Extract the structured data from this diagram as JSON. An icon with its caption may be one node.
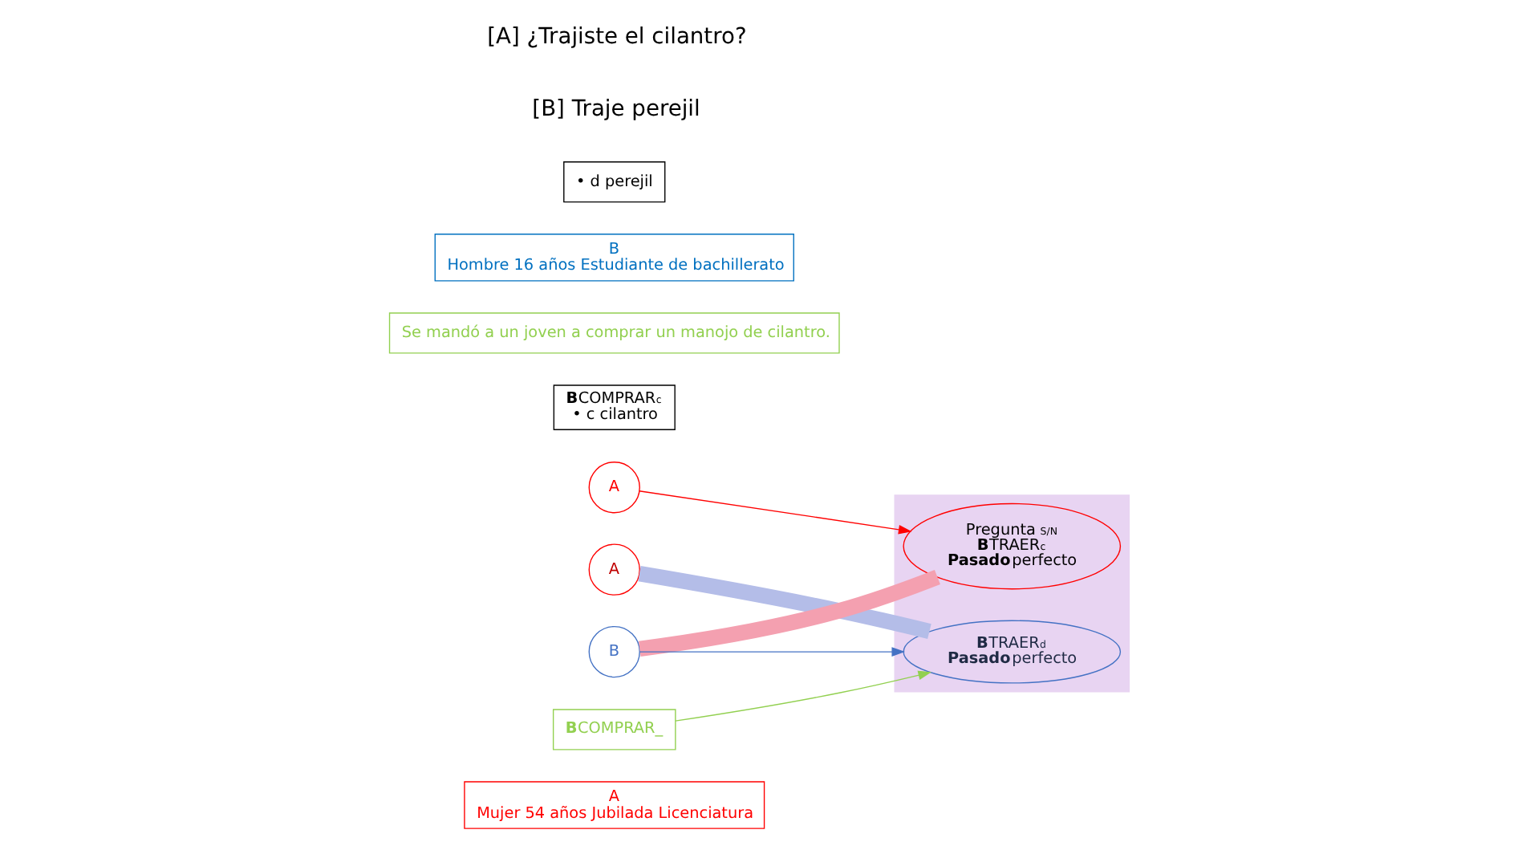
{
  "diagram": {
    "nodes": [
      {
        "text": [
          "A",
          "Mujer 54 años Jubilada Licenciatura"
        ]
      },
      {
        "text": [],
        "shape": "box"
      },
      {
        "text": [
          "Pregunta $_{S/N}$",
          "**B**TRAER$_{c}$",
          "**Pasado**perfecto"
        ],
        "in": 1
      },
      {
        "text": [
          "**B**TRAER$_{d}$",
          "**Pasado**perfecto"
        ],
        "in": 1
      },
      {
        "text": [
          "A"
        ]
      },
      {
        "text": [
          "**B**COMPRAR$_{c}$",
          "• c cilantro"
        ]
      },
      {
        "text": [
          "A"
        ]
      },
      {
        "text": [
          "Se mandó a un joven a comprar un manojo de cilantro."
        ]
      },
      {
        "text": [
          "B",
          "Hombre 16 años Estudiante de bachillerato"
        ]
      },
      {
        "text": [
          "B"
        ]
      },
      {
        "text": [
          "• d perejil"
        ]
      },
      {
        "text": [
          "**B**COMPRAR_"
        ]
      }
    ],
    "edges": [
      {
        "from": 4,
        "to": 2,
        "arrow": "to",
        "color": "#ff0000"
      },
      {
        "from": 9,
        "to": 3,
        "arrow": "to",
        "color": "#4472c4"
      },
      {
        "from": 11,
        "to": 3,
        "arrow": "to",
        "color": "#92d050"
      },
      {
        "from": 9,
        "to": 2,
        "arrow": "none",
        "style": "thick",
        "color": "#f4a0b0"
      },
      {
        "from": 6,
        "to": 3,
        "arrow": "none",
        "style": "thick",
        "color": "#b4bde8"
      }
    ],
    "labels": [
      "[A] ¿Trajiste el cilantro?",
      "[B] Traje perejil"
    ]
  }
}
